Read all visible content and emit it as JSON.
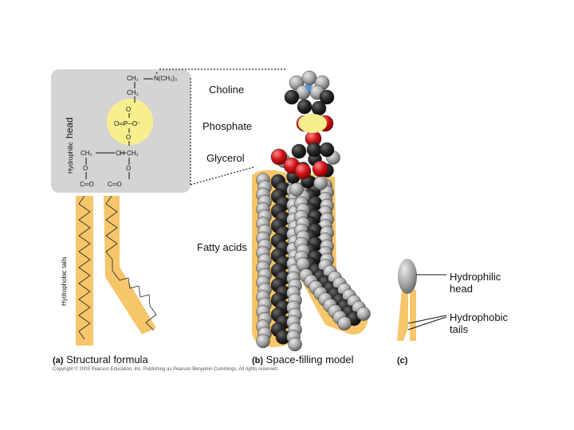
{
  "labels": {
    "choline": "Choline",
    "phosphate": "Phosphate",
    "glycerol": "Glycerol",
    "fatty_acids": "Fatty acids",
    "hydrophilic_head_prefix": "Hydrophilic",
    "hydrophilic_head_word": "head",
    "hydrophobic_tails_vertical": "Hydrophobic tails",
    "hydrophilic_head_line1": "Hydrophilic",
    "hydrophilic_head_line2": "head",
    "hydrophobic_tails_line1": "Hydrophobic",
    "hydrophobic_tails_line2": "tails"
  },
  "panels": {
    "a_letter": "(a)",
    "a_caption": "Structural formula",
    "b_letter": "(b)",
    "b_caption": "Space-filling model",
    "c_letter": "(c)"
  },
  "copyright": "Copyright © 2005 Pearson Education, Inc. Publishing as Pearson Benjamin Cummings. All rights reserved.",
  "formula": {
    "ch2_top": "CH₂",
    "n_group": "N(CH₃)₃",
    "n_plus": "+",
    "ch2_mid": "CH₂",
    "o_a": "O",
    "phosphate": "O═P─O⁻",
    "o_b": "O",
    "ch2_left": "CH₂",
    "ch": "CH",
    "ch2_right": "CH₂",
    "o_left": "O",
    "o_right": "O",
    "co_left": "C═O",
    "co_right": "C═O"
  },
  "colors": {
    "head_box": "#d4d4d4",
    "tail_fill": "#f6c66b",
    "phosphate_circle": "#f7ef8e",
    "atom_gray": "#a9a9a9",
    "atom_black": "#1e1e1e",
    "atom_red": "#d3161b",
    "atom_blue": "#5f8fd0"
  }
}
